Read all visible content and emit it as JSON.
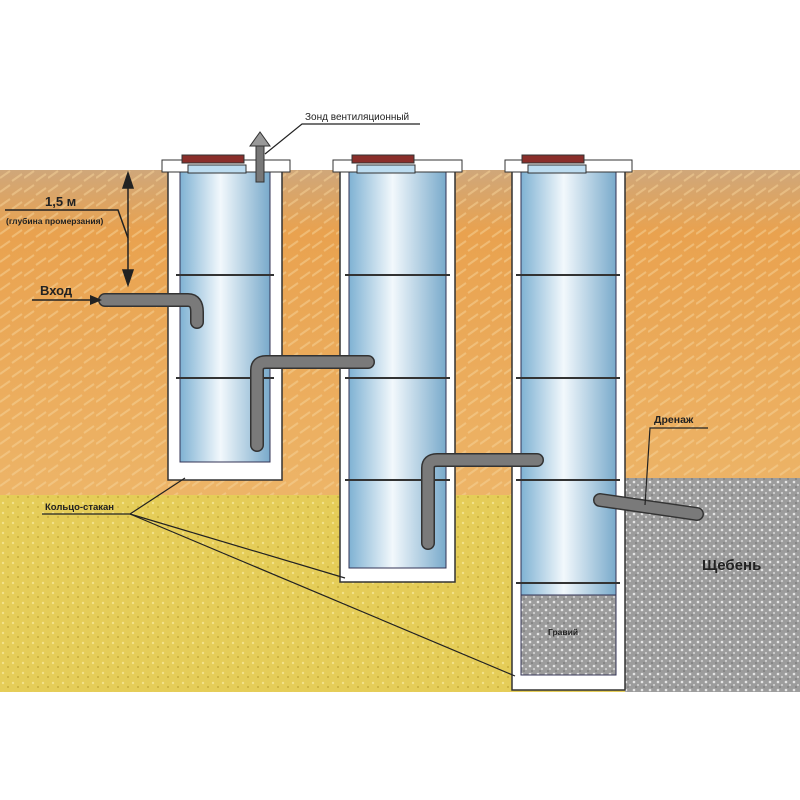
{
  "labels": {
    "vent_probe": "Зонд вентиляционный",
    "depth_value": "1,5 м",
    "depth_note": "(глубина промерзания)",
    "inlet": "Вход",
    "ring_sleeve": "Кольцо-стакан",
    "drainage": "Дренаж",
    "crushed_stone": "Щебень",
    "gravel": "Гравий"
  },
  "colors": {
    "soil": "#e8a85a",
    "sand": "#e6cf5a",
    "crushed_stone": "#a9a9a9",
    "ring_blue": "#a9cfe6",
    "lid_red": "#8a2e2a",
    "pipe": "#6e6e6e"
  }
}
